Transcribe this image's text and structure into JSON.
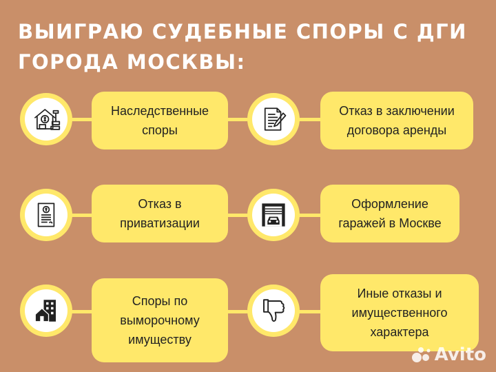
{
  "title": {
    "line1": "Выиграю судебные споры с ДГИ",
    "line2": "города Москвы:"
  },
  "items": [
    {
      "label": "Наследственные споры",
      "icon": "inheritance-house-icon"
    },
    {
      "label": "Отказ в заключении договора аренды",
      "icon": "document-signing-icon"
    },
    {
      "label": "Отказ в приватизации",
      "icon": "certificate-document-icon"
    },
    {
      "label": "Оформление гаражей в Москве",
      "icon": "garage-car-icon"
    },
    {
      "label": "Споры по выморочному имуществу",
      "icon": "buildings-icon"
    },
    {
      "label": "Иные отказы и имущественного характера",
      "icon": "thumbs-down-icon"
    }
  ],
  "watermark": {
    "text": "Avito"
  },
  "colors": {
    "background": "#C98F69",
    "accent": "#FFE86A",
    "title": "#FFFFFF"
  }
}
